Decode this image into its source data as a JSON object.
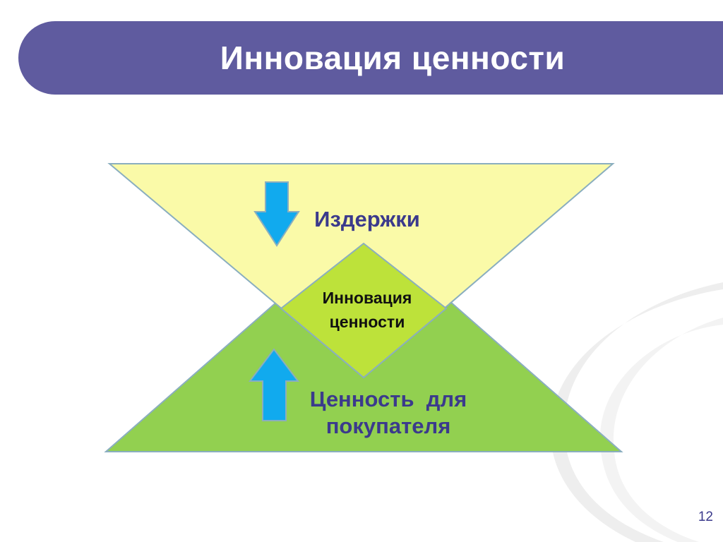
{
  "slide": {
    "title": "Инновация ценности",
    "page_number": "12"
  },
  "diagram": {
    "top_label": "Издержки",
    "center_label_line1": "Инновация",
    "center_label_line2": "ценности",
    "bottom_label_line1": "Ценность  для",
    "bottom_label_line2": "покупателя",
    "down_arrow_icon": "arrow-down-icon",
    "up_arrow_icon": "arrow-up-icon"
  },
  "colors": {
    "title_banner": "#5f5b9f",
    "top_triangle": "#fafaa8",
    "bottom_triangle": "#92d050",
    "center_diamond": "#bde23a",
    "arrow_fill": "#11aaee",
    "outline": "#8aaebf",
    "label_text": "#3b3a8c"
  }
}
